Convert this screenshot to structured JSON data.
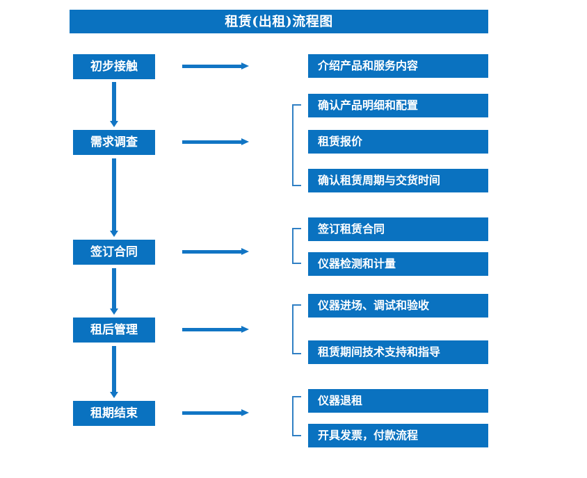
{
  "diagram": {
    "title": "租赁(出租)流程图",
    "colors": {
      "box_blue": "#0a72c0",
      "arrow_blue": "#1175c4",
      "bracket_blue": "#2f7fc4",
      "text_white": "#ffffff",
      "background": "#ffffff"
    },
    "stages": [
      {
        "label": "初步接触"
      },
      {
        "label": "需求调查"
      },
      {
        "label": "签订合同"
      },
      {
        "label": "租后管理"
      },
      {
        "label": "租期结束"
      }
    ],
    "details": [
      {
        "label": "介绍产品和服务内容"
      },
      {
        "label": "确认产品明细和配置"
      },
      {
        "label": "租赁报价"
      },
      {
        "label": "确认租赁周期与交货时间"
      },
      {
        "label": "签订租赁合同"
      },
      {
        "label": "仪器检测和计量"
      },
      {
        "label": "仪器进场、调试和验收"
      },
      {
        "label": "租赁期间技术支持和指导"
      },
      {
        "label": "仪器退租"
      },
      {
        "label": "开具发票，付款流程"
      }
    ],
    "flow": {
      "vertical_arrow_icon": "arrow-down-icon",
      "horizontal_arrow_icon": "arrow-right-icon",
      "bracket_icon": "group-bracket-icon"
    }
  }
}
